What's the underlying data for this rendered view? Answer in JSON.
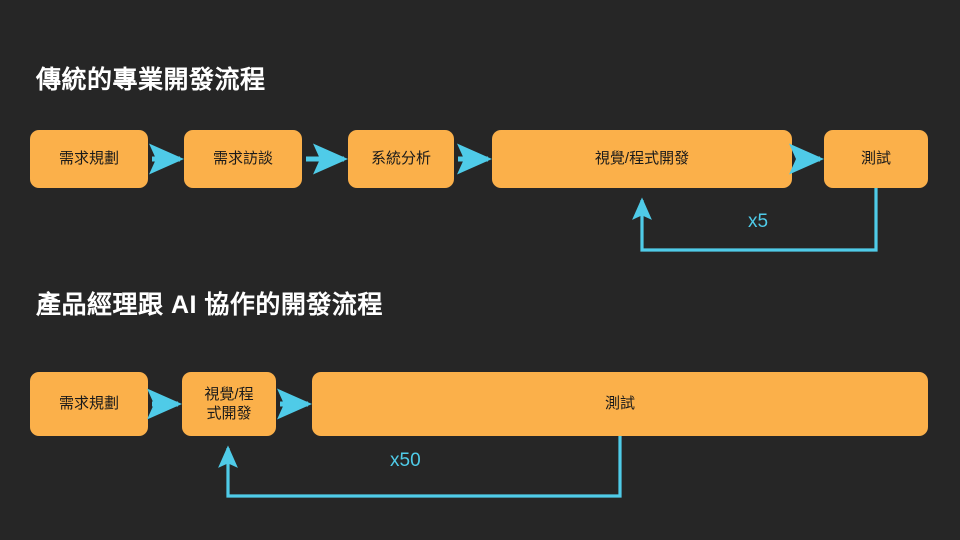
{
  "page": {
    "background_color": "#262626",
    "node_color": "#FBB04A",
    "accent_color": "#4FCBE8",
    "title_color": "#FFFFFF",
    "node_text_color": "#1A1A1A"
  },
  "sections": [
    {
      "title": "傳統的專業開發流程",
      "nodes": [
        {
          "label": "需求規劃"
        },
        {
          "label": "需求訪談"
        },
        {
          "label": "系統分析"
        },
        {
          "label": "視覺/程式開發"
        },
        {
          "label": "測試"
        }
      ],
      "loop": {
        "label": "x5",
        "from_node": "測試",
        "to_node": "視覺/程式開發"
      }
    },
    {
      "title": "產品經理跟 AI 協作的開發流程",
      "nodes": [
        {
          "label": "需求規劃"
        },
        {
          "label": "視覺/程\n式開發"
        },
        {
          "label": "測試"
        }
      ],
      "loop": {
        "label": "x50",
        "from_node": "測試",
        "to_node": "視覺/程式開發"
      }
    }
  ]
}
